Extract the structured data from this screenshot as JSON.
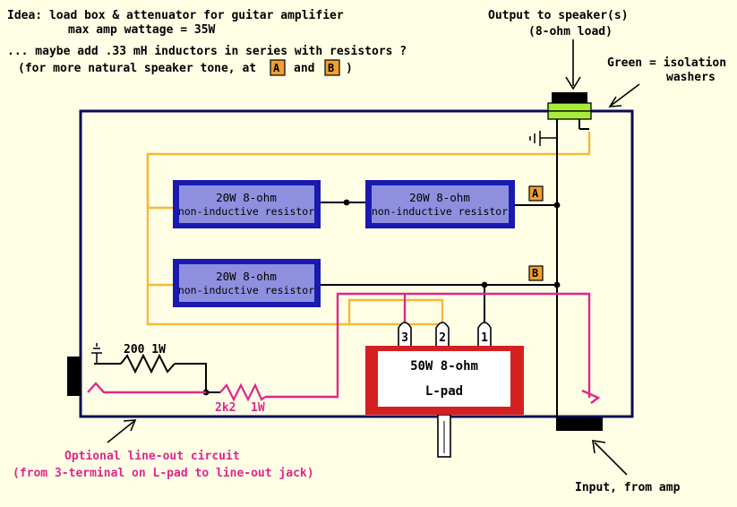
{
  "notes": {
    "idea_line1": "Idea:  load box & attenuator for guitar amplifier",
    "idea_line2": "max amp wattage = 35W",
    "maybe_line1": "... maybe add .33 mH inductors in series with resistors ?",
    "maybe_line2_prefix": "(for more natural speaker tone, at",
    "maybe_line2_and": "and",
    "maybe_line2_suffix": ")",
    "marker_a": "A",
    "marker_b": "B"
  },
  "output": {
    "line1": "Output to speaker(s)",
    "line2": "(8-ohm load)"
  },
  "green_note": {
    "line1": "Green = isolation",
    "line2": "washers"
  },
  "resistors": [
    {
      "line1": "20W  8-ohm",
      "line2": "non-inductive resistor"
    },
    {
      "line1": "20W  8-ohm",
      "line2": "non-inductive resistor"
    },
    {
      "line1": "20W  8-ohm",
      "line2": "non-inductive resistor"
    }
  ],
  "lpad": {
    "line1": "50W  8-ohm",
    "line2": "L-pad",
    "terminals": [
      "3",
      "2",
      "1"
    ]
  },
  "lineout": {
    "r1_label": "200  1W",
    "r2_value": "2k2",
    "r2_watt": "1W",
    "caption1": "Optional line-out circuit",
    "caption2": "(from 3-terminal on L-pad to line-out jack)"
  },
  "input": {
    "label": "Input, from amp"
  },
  "colors": {
    "background": "#ffffe6",
    "enclosure": "#0a0a5a",
    "resistor_outer": "#1a1ab0",
    "resistor_inner": "#8f8fe0",
    "lpad_outer": "#d42020",
    "wire_orange": "#f5b83a",
    "wire_pink": "#e0268a",
    "washer_green": "#a8ec3a",
    "marker_fill": "#f0a030"
  }
}
